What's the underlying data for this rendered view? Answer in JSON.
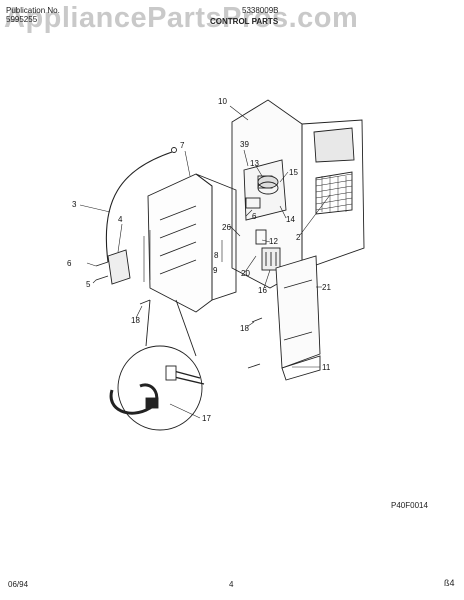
{
  "header": {
    "publication_label": "Publication No.",
    "publication_number": "5995255",
    "model_number": "5338009B",
    "section_title": "CONTROL PARTS"
  },
  "watermark": "AppliancePartsPros.com",
  "callouts": [
    "10",
    "7",
    "39",
    "13",
    "15",
    "3",
    "4",
    "6",
    "14",
    "2",
    "26",
    "12",
    "8",
    "6",
    "9",
    "20",
    "16",
    "5",
    "21",
    "18",
    "18",
    "11",
    "17"
  ],
  "footer": {
    "drawing_number": "P40F0014",
    "date": "06/94",
    "page": "4",
    "corner_mark": "ß4"
  }
}
